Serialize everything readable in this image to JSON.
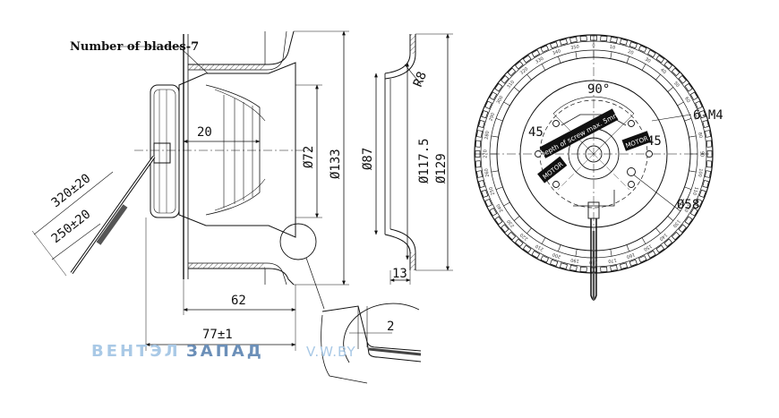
{
  "labels": {
    "blades": "Number of blades-7",
    "cable_long": "320±20",
    "cable_short": "250±20",
    "dim_20": "20",
    "dim_62": "62",
    "dim_77": "77±1",
    "dim_d72": "Ø72",
    "dim_d133": "Ø133",
    "dim_d87": "Ø87",
    "dim_d117": "Ø117.5",
    "dim_d129": "Ø129",
    "dim_r8": "R8",
    "dim_13": "13",
    "dim_2": "2",
    "angle_90": "90°",
    "angle_45_left": "45",
    "angle_45_right": "45",
    "threads": "6-M4",
    "dim_d58": "Ø58",
    "label_depth": "Depth of screw max. 5mm",
    "label_motor_a": "MOTOR",
    "label_motor_b": "MOTOR"
  },
  "scale_numbers": [
    "0",
    "10",
    "20",
    "30",
    "40",
    "50",
    "60",
    "70",
    "80",
    "90",
    "100",
    "110",
    "120",
    "130",
    "140",
    "150",
    "160",
    "170",
    "180",
    "190",
    "200",
    "210",
    "220",
    "230",
    "240",
    "250",
    "260",
    "270",
    "280",
    "290",
    "300",
    "310",
    "320",
    "330",
    "340",
    "350"
  ],
  "watermark": {
    "brand_a": "ВЕНТЭЛ",
    "brand_b": "ЗАПАД",
    "site": "V.W.BY",
    "color_a": "#a9c9e6",
    "color_b": "#6b8fb8"
  }
}
